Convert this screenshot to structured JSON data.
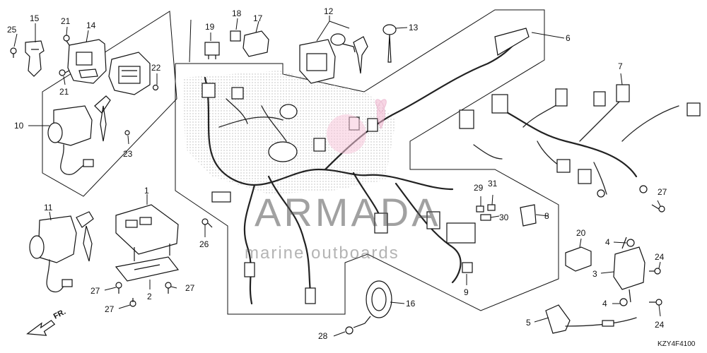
{
  "diagram": {
    "code": "KZY4F4100",
    "direction_label": "FR.",
    "watermark": {
      "brand": "ARMADA",
      "tagline": "marine outboards"
    },
    "callouts": [
      {
        "id": "c1",
        "label": "1"
      },
      {
        "id": "c2",
        "label": "2"
      },
      {
        "id": "c3",
        "label": "3"
      },
      {
        "id": "c4a",
        "label": "4"
      },
      {
        "id": "c4b",
        "label": "4"
      },
      {
        "id": "c5",
        "label": "5"
      },
      {
        "id": "c6",
        "label": "6"
      },
      {
        "id": "c7",
        "label": "7"
      },
      {
        "id": "c8",
        "label": "8"
      },
      {
        "id": "c9",
        "label": "9"
      },
      {
        "id": "c10",
        "label": "10"
      },
      {
        "id": "c11",
        "label": "11"
      },
      {
        "id": "c12",
        "label": "12"
      },
      {
        "id": "c13",
        "label": "13"
      },
      {
        "id": "c14",
        "label": "14"
      },
      {
        "id": "c15",
        "label": "15"
      },
      {
        "id": "c16",
        "label": "16"
      },
      {
        "id": "c17",
        "label": "17"
      },
      {
        "id": "c18",
        "label": "18"
      },
      {
        "id": "c19",
        "label": "19"
      },
      {
        "id": "c20",
        "label": "20"
      },
      {
        "id": "c21a",
        "label": "21"
      },
      {
        "id": "c21b",
        "label": "21"
      },
      {
        "id": "c22",
        "label": "22"
      },
      {
        "id": "c23",
        "label": "23"
      },
      {
        "id": "c24a",
        "label": "24"
      },
      {
        "id": "c24b",
        "label": "24"
      },
      {
        "id": "c25",
        "label": "25"
      },
      {
        "id": "c26",
        "label": "26"
      },
      {
        "id": "c27a",
        "label": "27"
      },
      {
        "id": "c27b",
        "label": "27"
      },
      {
        "id": "c27c",
        "label": "27"
      },
      {
        "id": "c27d",
        "label": "27"
      },
      {
        "id": "c28",
        "label": "28"
      },
      {
        "id": "c29",
        "label": "29"
      },
      {
        "id": "c30",
        "label": "30"
      },
      {
        "id": "c31",
        "label": "31"
      }
    ]
  }
}
